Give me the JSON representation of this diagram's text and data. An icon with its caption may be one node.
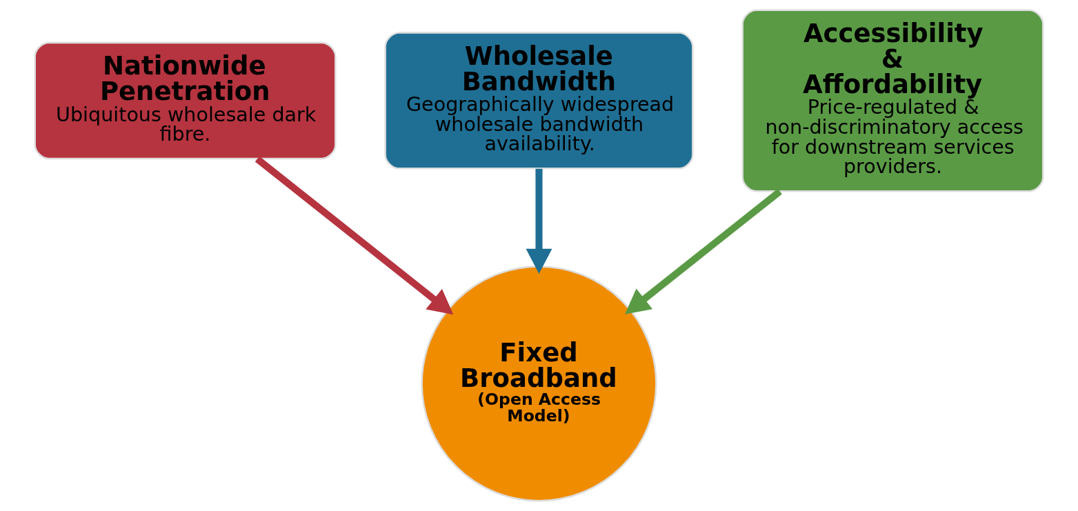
{
  "diagram": {
    "nodes": [
      {
        "text": [
          "Nationwide Penetration",
          "Ubiquitous wholesale dark fibre."
        ]
      },
      {
        "text": [
          "Wholesale Bandwidth",
          "Geographically widespread wholesale bandwidth availability."
        ]
      },
      {
        "text": [
          "Accessibility & Affordability",
          "Price-regulated & non-discriminatory access for downstream services providers."
        ]
      },
      {
        "text": [
          "Fixed Broadband",
          "(Open Access Model)"
        ]
      }
    ],
    "edges": [
      {
        "from": 0,
        "to": 3,
        "arrow": "to",
        "color": "#b5343f"
      },
      {
        "from": 1,
        "to": 3,
        "arrow": "to",
        "color": "#1f6f94"
      },
      {
        "from": 2,
        "to": 3,
        "arrow": "to",
        "color": "#5a9a45"
      }
    ]
  }
}
